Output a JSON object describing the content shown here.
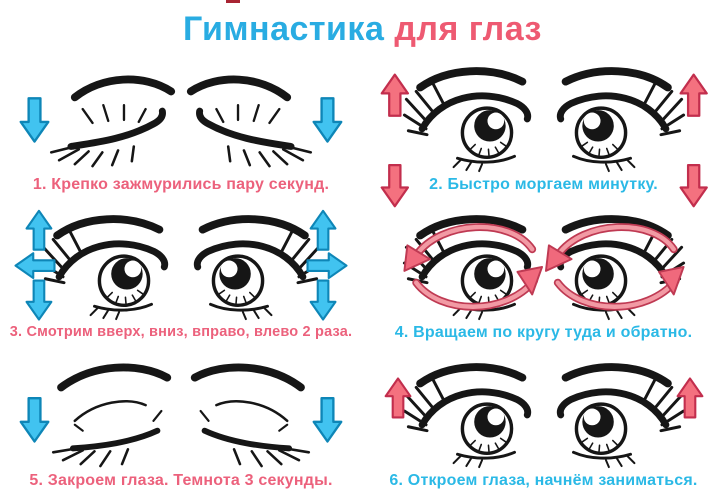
{
  "title": {
    "part1": "Гимнастика",
    "part2": " для глаз",
    "part1_color": "#29ace2",
    "part2_color": "#ee5a72"
  },
  "panels": [
    {
      "number": "1",
      "caption": "1. Крепко зажмурились пару секунд.",
      "caption_color": "#ec617c",
      "eye_style": "squeezed-shut",
      "arrow_icons": [
        "arrow-down",
        "arrow-down"
      ],
      "arrow_color": "#41c3f0"
    },
    {
      "number": "2",
      "caption": "2. Быстро моргаем минутку.",
      "caption_color": "#2bb9e6",
      "eye_style": "open",
      "arrow_icons": [
        "arrow-up",
        "arrow-down",
        "arrow-up",
        "arrow-down"
      ],
      "arrow_color": "#f4717f"
    },
    {
      "number": "3",
      "caption": "3. Смотрим вверх, вниз, вправо, влево 2 раза.",
      "caption_color": "#ec617c",
      "eye_style": "open",
      "arrow_icons": [
        "arrow-up",
        "arrow-left",
        "arrow-down",
        "arrow-up",
        "arrow-right",
        "arrow-down"
      ],
      "arrow_color": "#41c3f0"
    },
    {
      "number": "4",
      "caption": "4. Вращаем по кругу туда и обратно.",
      "caption_color": "#2bb9e6",
      "eye_style": "open",
      "arrow_icons": [
        "arc-arrow-counterclockwise",
        "arc-arrow-counterclockwise"
      ],
      "arrow_color": "#f0697c"
    },
    {
      "number": "5",
      "caption": "5. Закроем глаза. Темнота 3 секунды.",
      "caption_color": "#ec617c",
      "eye_style": "closed-relaxed",
      "arrow_icons": [
        "arrow-down",
        "arrow-down"
      ],
      "arrow_color": "#41c3f0"
    },
    {
      "number": "6",
      "caption": "6. Откроем глаза, начнём заниматься.",
      "caption_color": "#2bb9e6",
      "eye_style": "open",
      "arrow_icons": [
        "arrow-up",
        "arrow-up"
      ],
      "arrow_color": "#f4717f"
    }
  ],
  "colors": {
    "background": "#ffffff",
    "ink": "#161616",
    "cyan_arrow_fill": "#41c3f0",
    "cyan_arrow_stroke": "#0e86b7",
    "pink_arrow_fill": "#f4717f",
    "pink_arrow_stroke": "#c22e4d",
    "artifact_mark": "#a82433"
  }
}
